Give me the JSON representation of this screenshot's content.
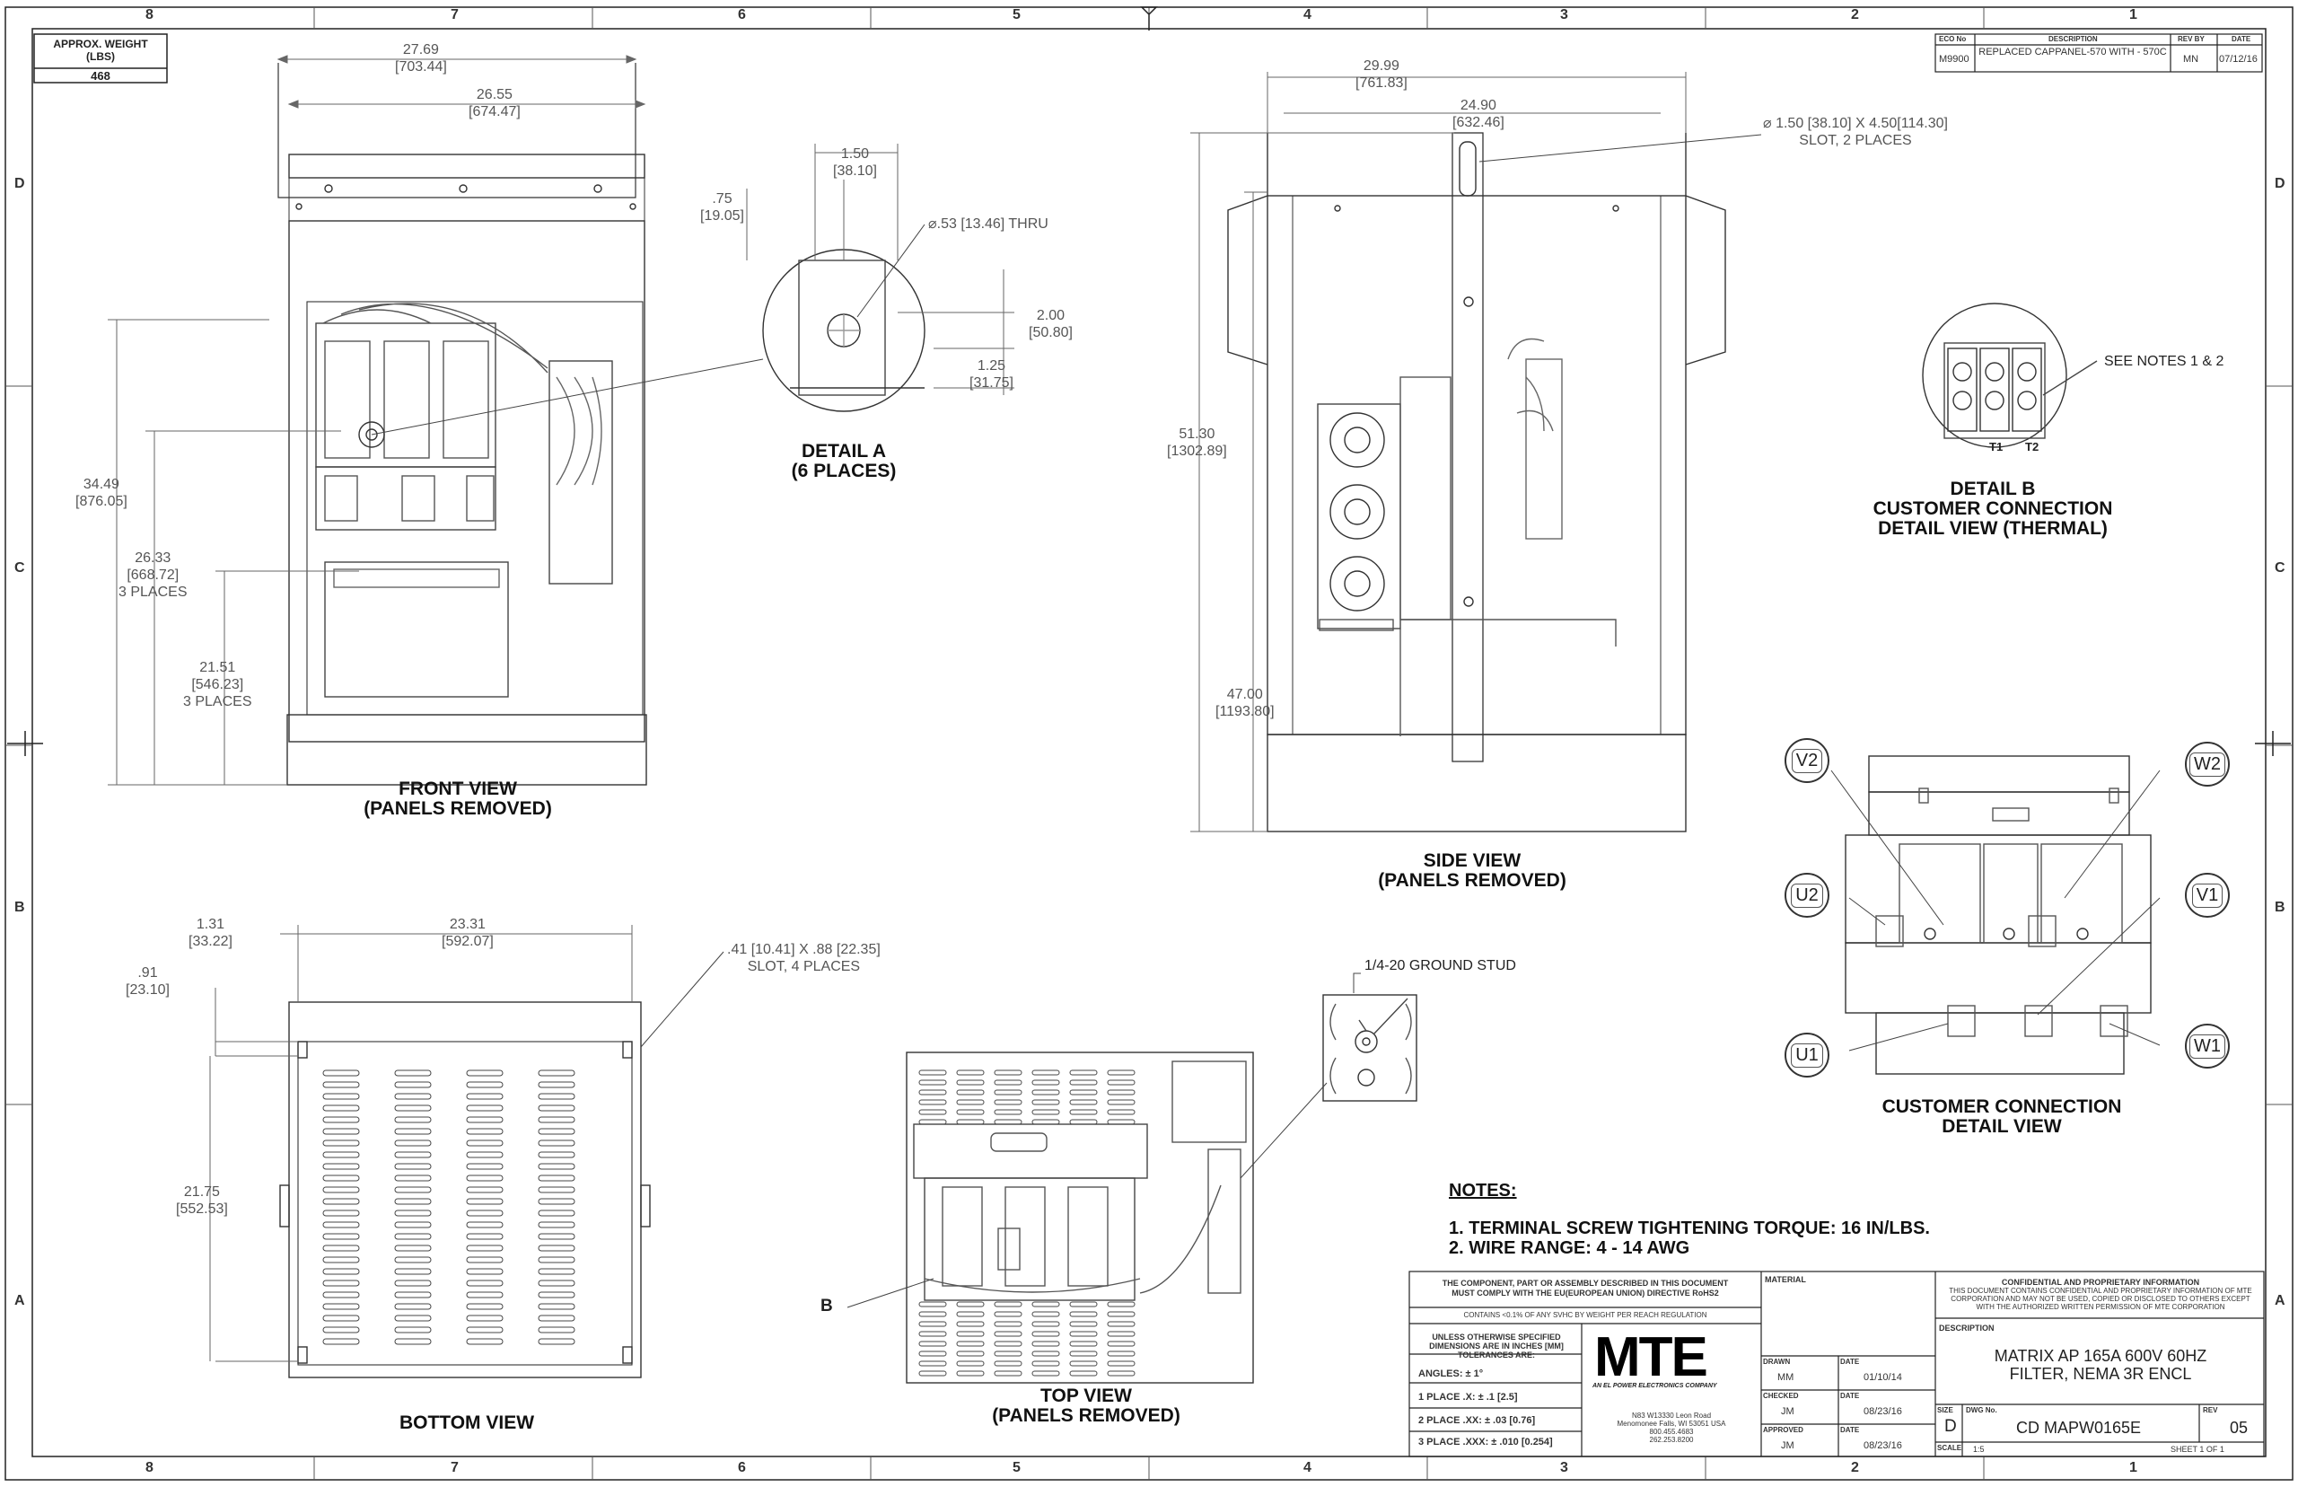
{
  "border": {
    "columns": [
      "8",
      "7",
      "6",
      "5",
      "4",
      "3",
      "2",
      "1"
    ],
    "rows": [
      "D",
      "C",
      "B",
      "A"
    ]
  },
  "weight_box": {
    "label": "APPROX. WEIGHT (LBS)",
    "value": "468"
  },
  "revision_table": {
    "headers": [
      "ECO No",
      "DESCRIPTION",
      "REV BY",
      "DATE"
    ],
    "row": [
      "M9900",
      "REPLACED CAPPANEL-570 WITH - 570C",
      "MN",
      "07/12/16"
    ]
  },
  "views": {
    "front": {
      "title_line1": "FRONT VIEW",
      "title_line2": "(PANELS REMOVED)"
    },
    "detail_a": {
      "title_line1": "DETAIL A",
      "title_line2": "(6 PLACES)"
    },
    "side": {
      "title_line1": "SIDE VIEW",
      "title_line2": "(PANELS REMOVED)"
    },
    "detail_b": {
      "title_line1": "DETAIL B",
      "title_line2": "CUSTOMER CONNECTION",
      "title_line3": "DETAIL VIEW (THERMAL)",
      "note": "SEE NOTES 1 & 2",
      "t1": "T1",
      "t2": "T2"
    },
    "customer": {
      "title_line1": "CUSTOMER CONNECTION",
      "title_line2": "DETAIL VIEW"
    },
    "bottom": {
      "title": "BOTTOM VIEW"
    },
    "top": {
      "title_line1": "TOP VIEW",
      "title_line2": "(PANELS REMOVED)",
      "callout": "B",
      "ground": "1/4-20 GROUND STUD"
    }
  },
  "terminals": [
    "V2",
    "W2",
    "U2",
    "V1",
    "U1",
    "W1"
  ],
  "dimensions": {
    "front_overall_w": [
      "27.69",
      "[703.44]"
    ],
    "front_inner_w": [
      "26.55",
      "[674.47]"
    ],
    "front_h_total": [
      "34.49",
      "[876.05]"
    ],
    "front_h_mid": [
      "26.33",
      "[668.72]",
      "3 PLACES"
    ],
    "front_h_low": [
      "21.51",
      "[546.23]",
      "3 PLACES"
    ],
    "det_a_w": [
      "1.50",
      "[38.10]"
    ],
    "det_a_off": [
      ".75",
      "[19.05]"
    ],
    "det_a_hole": "⌀.53 [13.46] THRU",
    "det_a_h1": [
      "2.00",
      "[50.80]"
    ],
    "det_a_h2": [
      "1.25",
      "[31.75]"
    ],
    "side_overall_w": [
      "29.99",
      "[761.83]"
    ],
    "side_inner_w": [
      "24.90",
      "[632.46]"
    ],
    "side_slot": [
      "⌀ 1.50 [38.10] X 4.50[114.30]",
      "SLOT, 2 PLACES"
    ],
    "side_h_total": [
      "51.30",
      "[1302.89]"
    ],
    "side_h_low": [
      "47.00",
      "[1193.80]"
    ],
    "bot_off": [
      "1.31",
      "[33.22]"
    ],
    "bot_w": [
      "23.31",
      "[592.07]"
    ],
    "bot_slot": [
      ".41 [10.41] X .88 [22.35]",
      "SLOT, 4 PLACES"
    ],
    "bot_top_off": [
      ".91",
      "[23.10]"
    ],
    "bot_h": [
      "21.75",
      "[552.53]"
    ]
  },
  "notes": {
    "heading": "NOTES:",
    "items": [
      "1.  TERMINAL SCREW TIGHTENING TORQUE: 16 IN/LBS.",
      "2.  WIRE RANGE: 4 - 14 AWG"
    ]
  },
  "title_block": {
    "rohs_line1": "THE COMPONENT, PART OR ASSEMBLY DESCRIBED IN THIS DOCUMENT",
    "rohs_line2": "MUST COMPLY WITH THE EU(EUROPEAN UNION) DIRECTIVE RoHS2",
    "reach": "CONTAINS <0.1% OF ANY SVHC BY WEIGHT PER REACH REGULATION",
    "tol_line1": "UNLESS OTHERWISE SPECIFIED",
    "tol_line2": "DIMENSIONS ARE IN INCHES [MM]",
    "tol_line3": "TOLERANCES ARE:",
    "angles": "ANGLES: ± 1°",
    "place1": "1 PLACE .X: ± .1 [2.5]",
    "place2": "2 PLACE .XX: ± .03 [0.76]",
    "place3": "3 PLACE .XXX: ± .010 [0.254]",
    "logo": "MTE",
    "logo_tag": "AN EL POWER ELECTRONICS COMPANY",
    "address": [
      "N83 W13330 Leon Road",
      "Menomonee Falls, WI 53051 USA",
      "800.455.4683",
      "262.253.8200"
    ],
    "material_label": "MATERIAL",
    "drawn_label": "DRAWN",
    "drawn_by": "MM",
    "drawn_date": "01/10/14",
    "checked_label": "CHECKED",
    "checked_by": "JM",
    "checked_date": "08/23/16",
    "approved_label": "APPROVED",
    "approved_by": "JM",
    "approved_date": "08/23/16",
    "date_label": "DATE",
    "conf_title": "CONFIDENTIAL AND PROPRIETARY INFORMATION",
    "conf_text": [
      "THIS DOCUMENT CONTAINS CONFIDENTIAL AND PROPRIETARY INFORMATION OF MTE",
      "CORPORATION AND MAY NOT BE USED, COPIED OR DISCLOSED TO OTHERS EXCEPT",
      "WITH THE AUTHORIZED WRITTEN PERMISSION OF MTE CORPORATION"
    ],
    "desc_label": "DESCRIPTION",
    "desc_line1": "MATRIX AP 165A 600V 60HZ",
    "desc_line2": "FILTER, NEMA 3R ENCL",
    "size_label": "SIZE",
    "size": "D",
    "dwg_label": "DWG No.",
    "dwg_no": "CD MAPW0165E",
    "rev_label": "REV",
    "rev": "05",
    "scale_label": "SCALE",
    "scale": "1:5",
    "sheet": "SHEET 1  OF 1"
  }
}
